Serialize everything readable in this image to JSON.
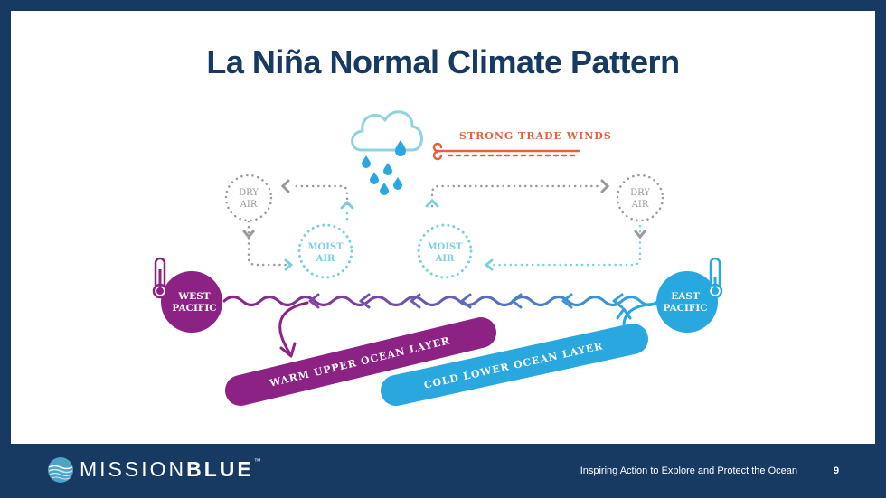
{
  "title": "La Niña Normal Climate Pattern",
  "labels": {
    "trade_winds": "STRONG TRADE WINDS",
    "dry_air_left": [
      "DRY",
      "AIR"
    ],
    "dry_air_right": [
      "DRY",
      "AIR"
    ],
    "moist_air_left": [
      "MOIST",
      "AIR"
    ],
    "moist_air_right": [
      "MOIST",
      "AIR"
    ],
    "west_pacific": [
      "WEST",
      "PACIFIC"
    ],
    "east_pacific": [
      "EAST",
      "PACIFIC"
    ],
    "warm_layer": "WARM UPPER OCEAN LAYER",
    "cold_layer": "COLD LOWER OCEAN LAYER"
  },
  "colors": {
    "navy": "#173a63",
    "purple": "#8c2283",
    "blue": "#29a8e0",
    "orange": "#e3623b",
    "light_blue": "#7ccfdf",
    "gray": "#9a9a9a"
  },
  "footer": {
    "brand_left": "MISSION",
    "brand_right": "BLUE",
    "brand_mark": "™",
    "tagline": "Inspiring Action to Explore and Protect the Ocean",
    "page_number": "9"
  }
}
